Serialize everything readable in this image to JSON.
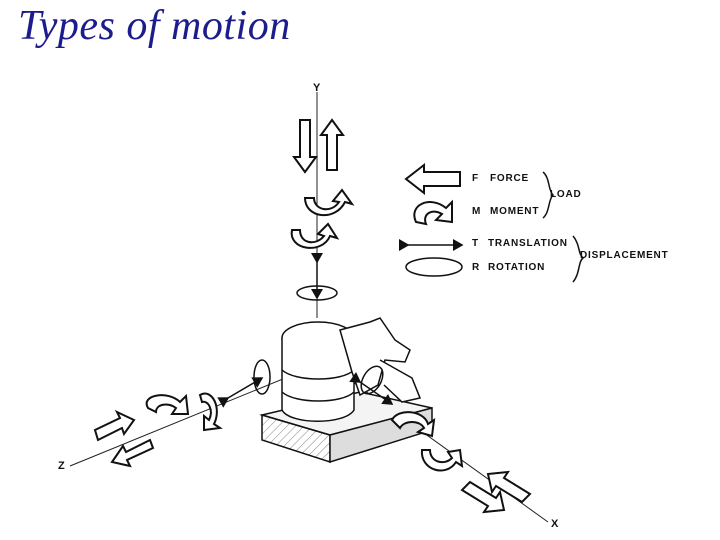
{
  "slide": {
    "title": "Types of motion"
  },
  "axes": {
    "y": "Y",
    "z": "Z",
    "x": "X"
  },
  "legend": {
    "force": {
      "letter": "F",
      "label": "FORCE"
    },
    "moment": {
      "letter": "M",
      "label": "MOMENT"
    },
    "translation": {
      "letter": "T",
      "label": "TRANSLATION"
    },
    "rotation": {
      "letter": "R",
      "label": "ROTATION"
    },
    "load": "LOAD",
    "displacement": "DISPLACEMENT"
  }
}
